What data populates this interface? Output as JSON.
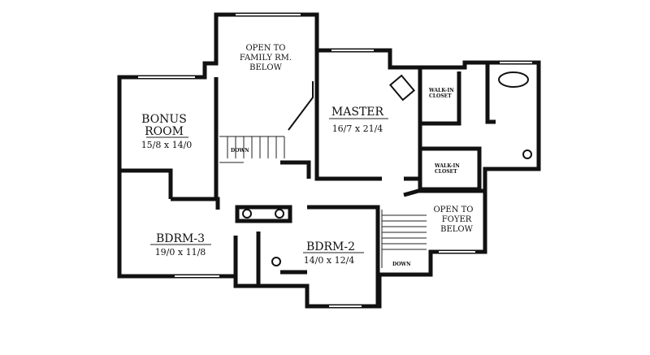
{
  "floor_plan": {
    "rooms": [
      {
        "name": "BONUS ROOM",
        "line1": "BONUS",
        "line2": "ROOM",
        "size": "15/8 x 14/0"
      },
      {
        "name": "MASTER",
        "size": "16/7 x 21/4"
      },
      {
        "name": "BDRM-3",
        "size": "19/0 x 11/8"
      },
      {
        "name": "BDRM-2",
        "size": "14/0 x 12/4"
      }
    ],
    "open_family": {
      "line1": "OPEN TO",
      "line2": "FAMILY RM.",
      "line3": "BELOW"
    },
    "open_foyer": {
      "line1": "OPEN TO",
      "line2": "FOYER",
      "line3": "BELOW"
    },
    "closet_1": {
      "line1": "WALK-IN",
      "line2": "CLOSET"
    },
    "closet_2": {
      "line1": "WALK-IN",
      "line2": "CLOSET"
    },
    "stairs_1_label": "DOWN",
    "stairs_2_label": "DOWN"
  }
}
